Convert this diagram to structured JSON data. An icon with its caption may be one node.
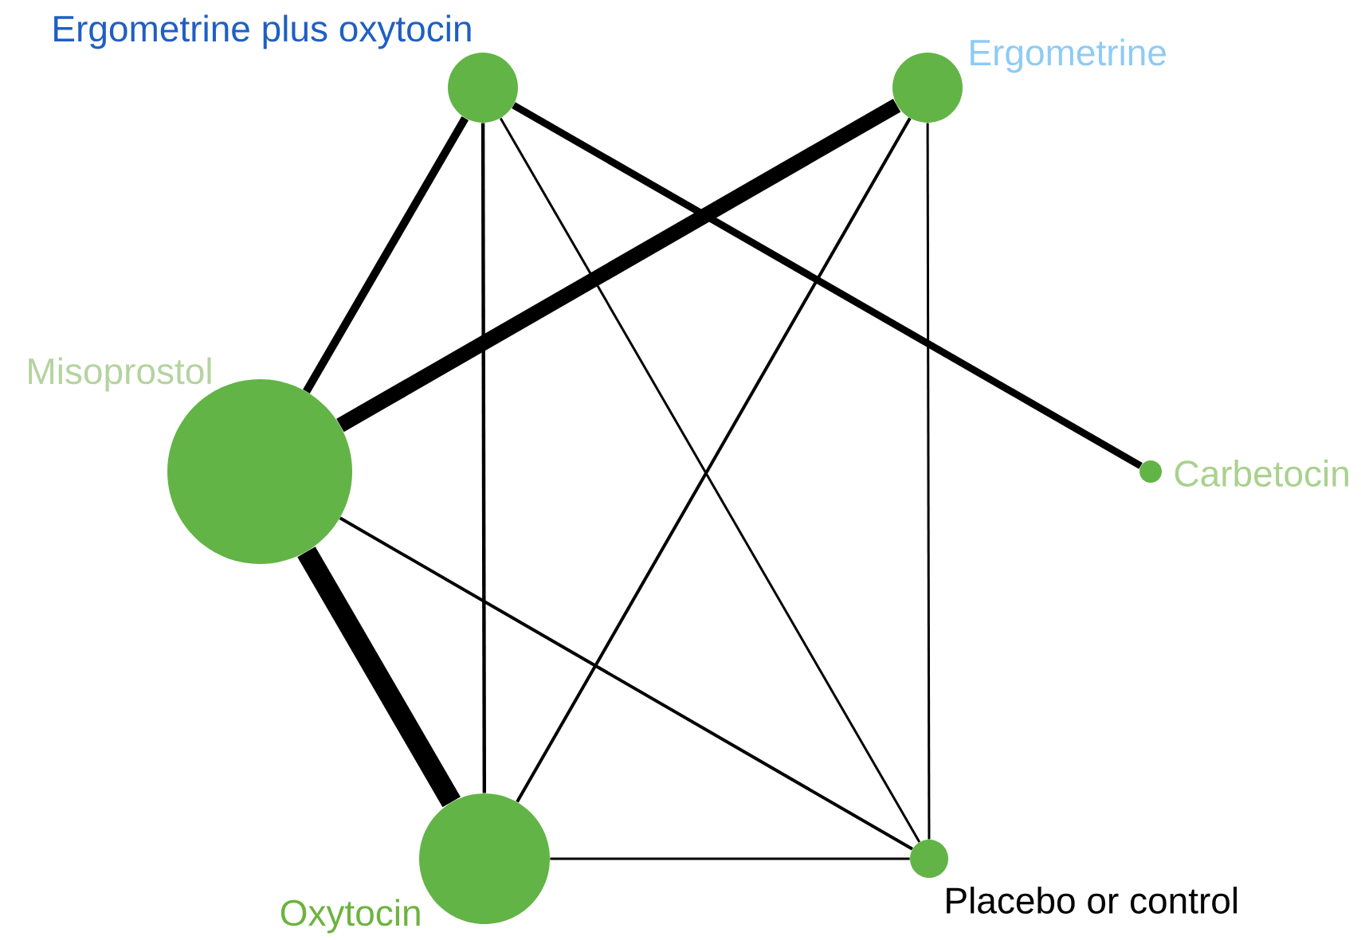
{
  "diagram": {
    "nodes": [
      {
        "text": [],
        "shape": "circle",
        "beside": [
          "Ergometrine plus oxytocin"
        ]
      },
      {
        "text": [],
        "shape": "circle",
        "beside": [
          "Ergometrine"
        ]
      },
      {
        "text": [],
        "shape": "circle",
        "beside": [
          "Misoprostol"
        ]
      },
      {
        "text": [],
        "shape": "circle",
        "beside": [
          "Carbetocin"
        ]
      },
      {
        "text": [],
        "shape": "circle",
        "beside": [
          "Oxytocin"
        ]
      },
      {
        "text": [],
        "shape": "circle",
        "beside": [
          "Placebo or control"
        ]
      }
    ],
    "edges": [
      {
        "from": 0,
        "to": 2,
        "arrow": "none",
        "style": "thick"
      },
      {
        "from": 0,
        "to": 4,
        "arrow": "none"
      },
      {
        "from": 0,
        "to": 5,
        "arrow": "none"
      },
      {
        "from": 0,
        "to": 3,
        "arrow": "none",
        "style": "thick"
      },
      {
        "from": 1,
        "to": 2,
        "arrow": "none",
        "style": "thick"
      },
      {
        "from": 1,
        "to": 4,
        "arrow": "none"
      },
      {
        "from": 1,
        "to": 5,
        "arrow": "none"
      },
      {
        "from": 2,
        "to": 4,
        "arrow": "none",
        "style": "thick"
      },
      {
        "from": 2,
        "to": 5,
        "arrow": "none"
      },
      {
        "from": 4,
        "to": 5,
        "arrow": "none"
      }
    ]
  }
}
